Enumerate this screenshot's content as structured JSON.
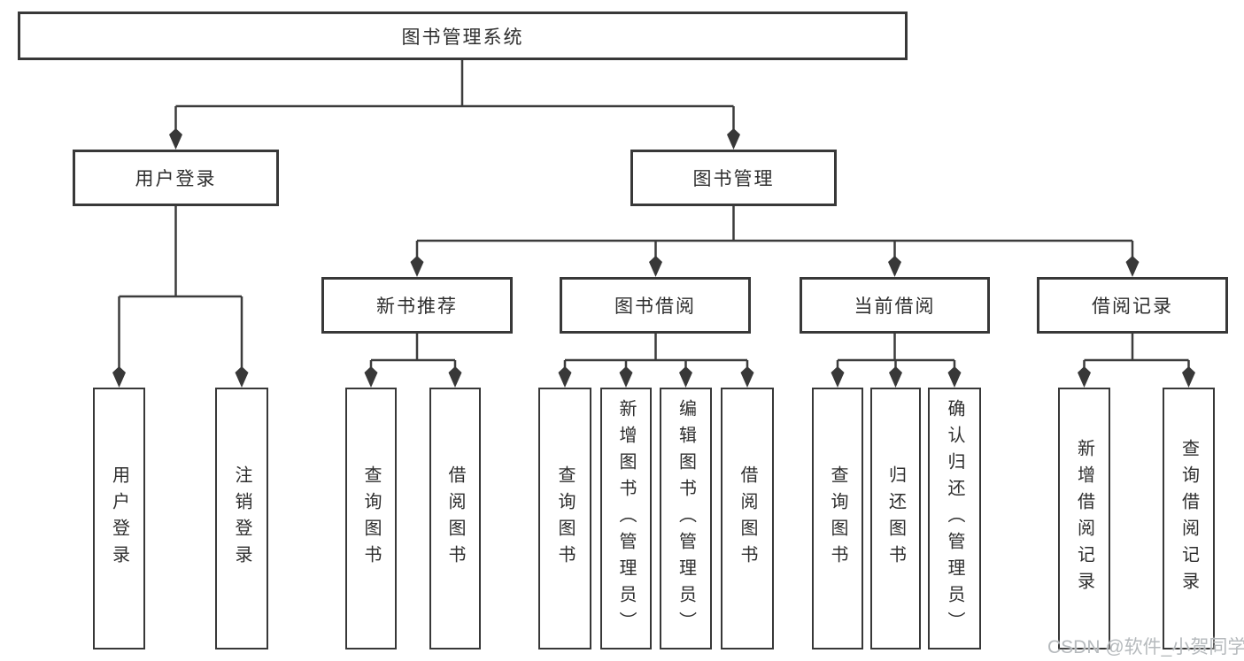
{
  "tree": {
    "root": {
      "label": "图书管理系统",
      "children": [
        {
          "label": "用户登录",
          "children": [
            {
              "label": "用户登录"
            },
            {
              "label": "注销登录"
            }
          ]
        },
        {
          "label": "图书管理",
          "children": [
            {
              "label": "新书推荐",
              "children": [
                {
                  "label": "查询图书"
                },
                {
                  "label": "借阅图书"
                }
              ]
            },
            {
              "label": "图书借阅",
              "children": [
                {
                  "label": "查询图书"
                },
                {
                  "label": "新增图书（管理员）"
                },
                {
                  "label": "编辑图书（管理员）"
                },
                {
                  "label": "借阅图书"
                }
              ]
            },
            {
              "label": "当前借阅",
              "children": [
                {
                  "label": "查询图书"
                },
                {
                  "label": "归还图书"
                },
                {
                  "label": "确认归还（管理员）"
                }
              ]
            },
            {
              "label": "借阅记录",
              "children": [
                {
                  "label": "新增借阅记录"
                },
                {
                  "label": "查询借阅记录"
                }
              ]
            }
          ]
        }
      ]
    }
  },
  "watermark": {
    "text": "CSDN @软件_小贺同学"
  },
  "colors": {
    "line": "#3c3c3c",
    "box_border": "#383838",
    "text": "#2e2e2e",
    "background": "#ffffff",
    "watermark": "#b6babd"
  }
}
